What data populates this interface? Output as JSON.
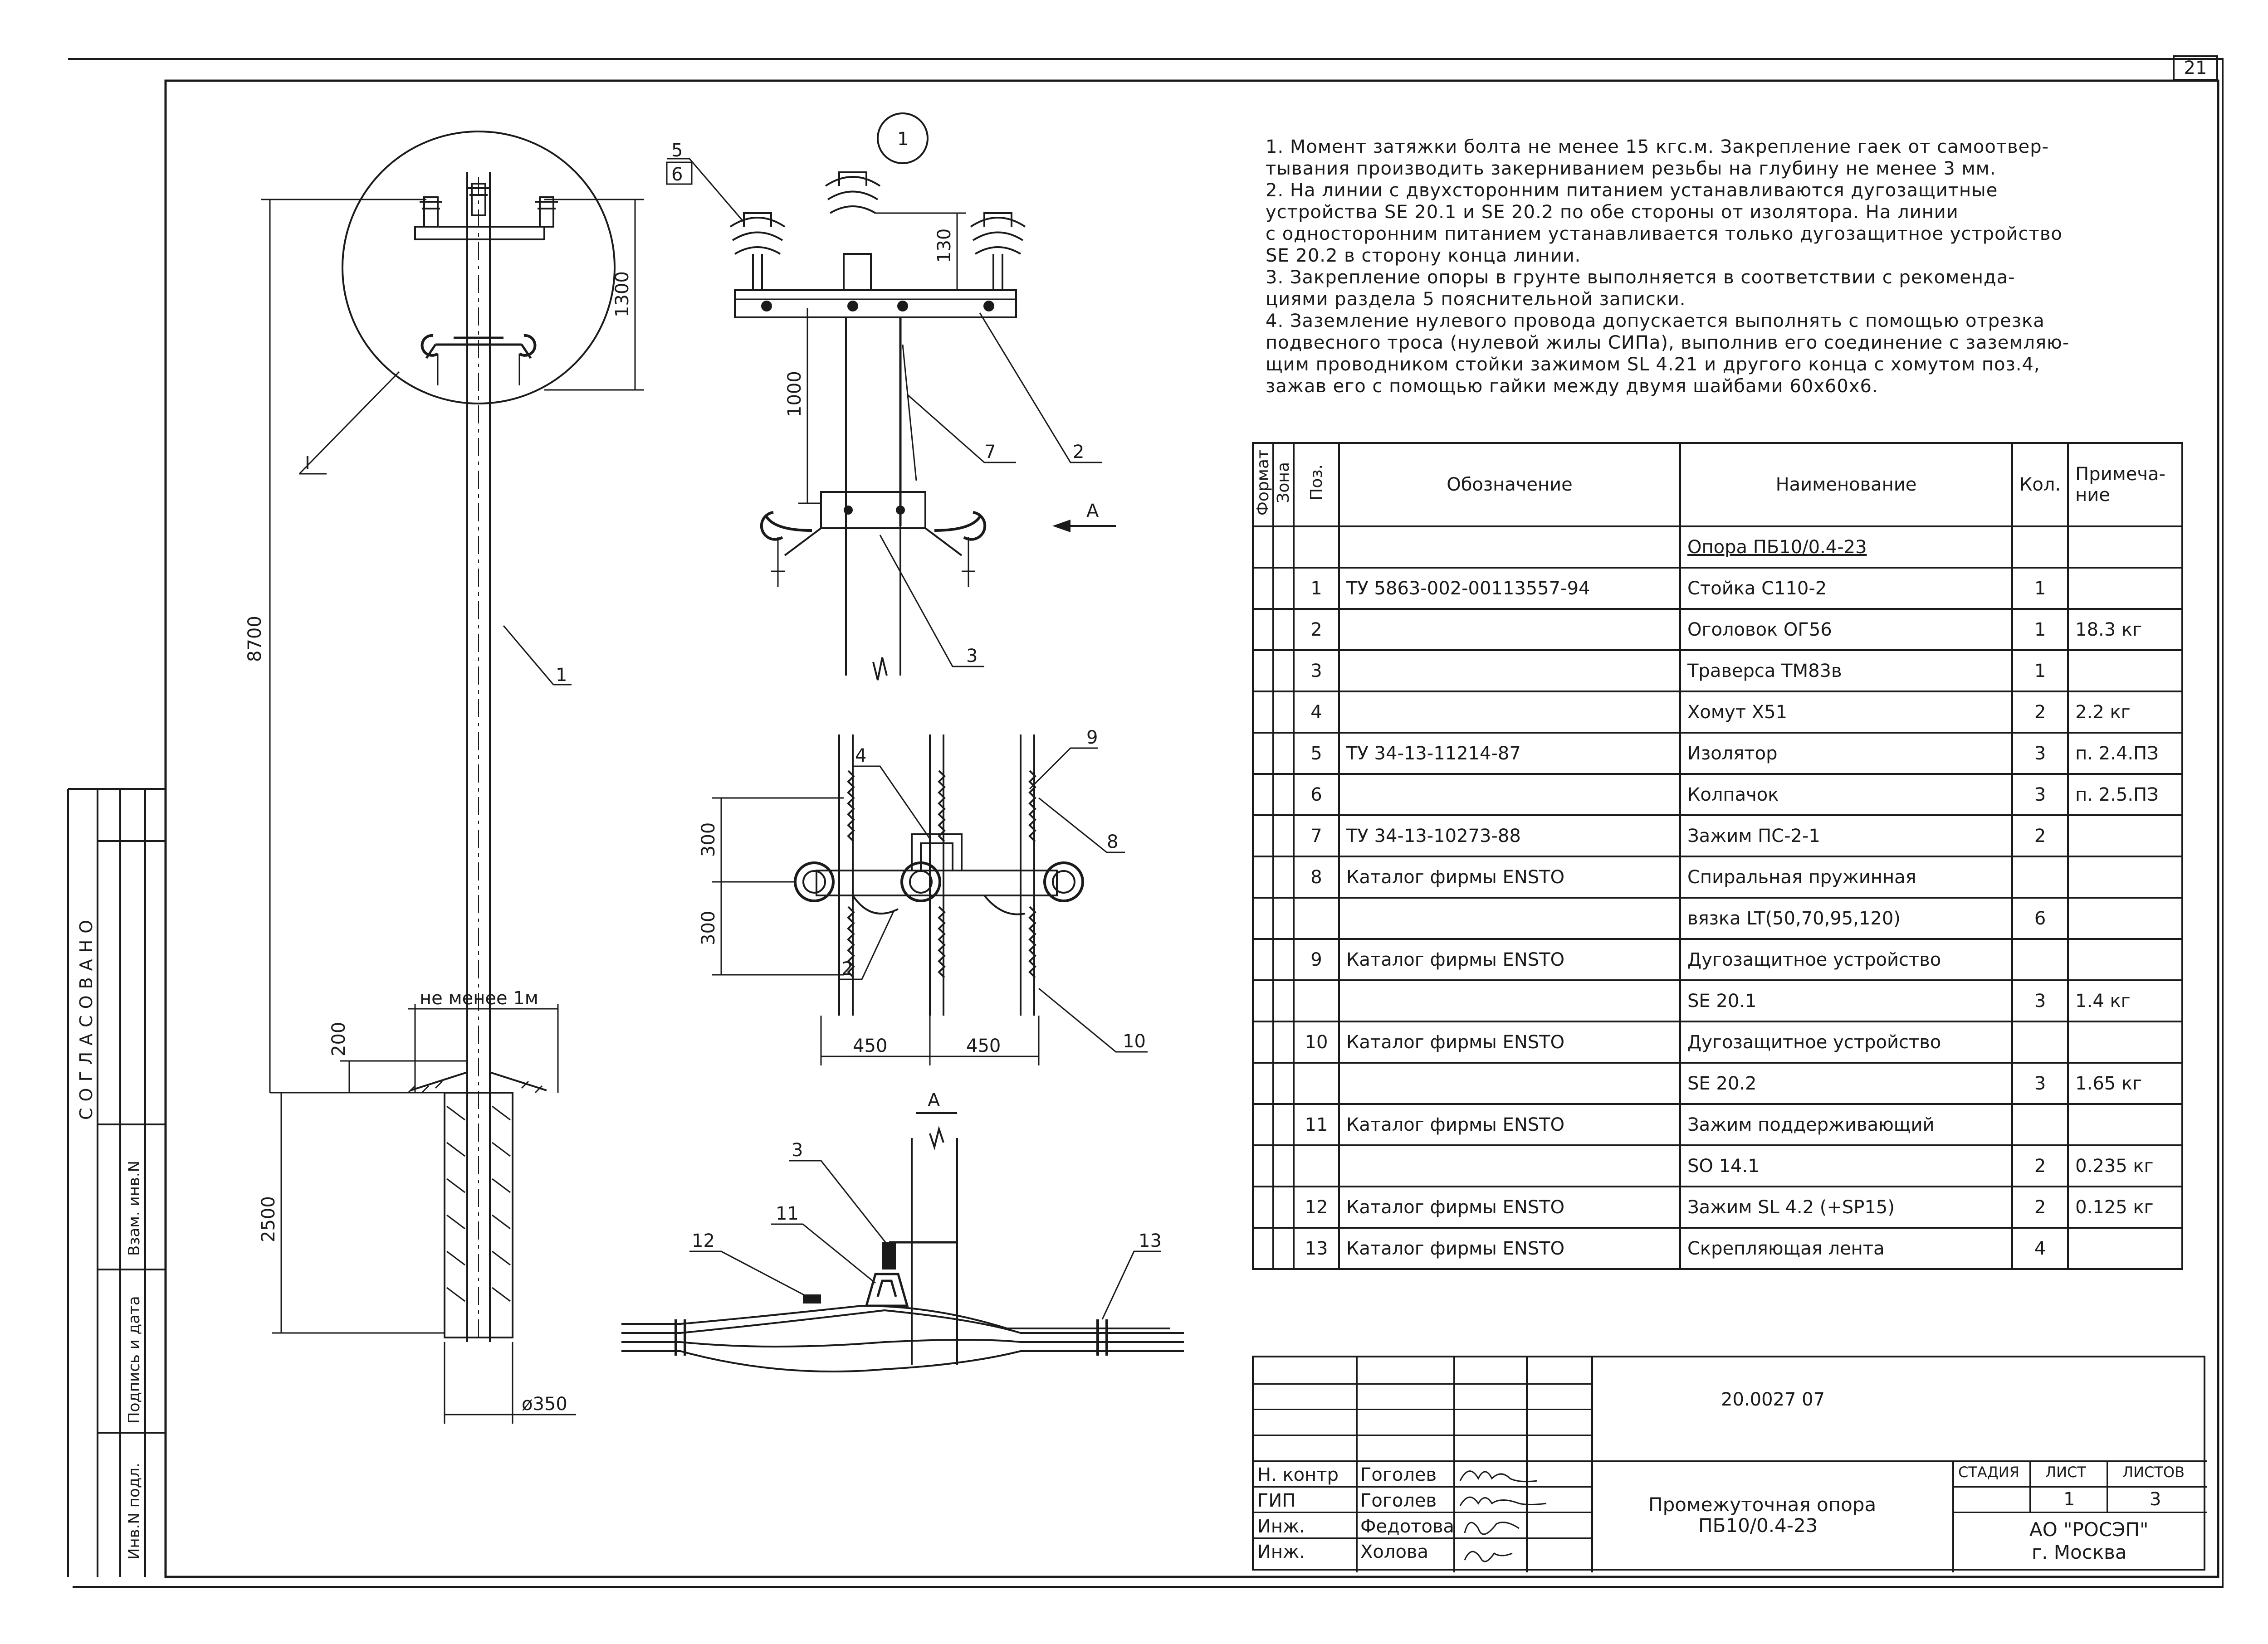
{
  "sheet_number": "21",
  "notes": [
    "1. Момент затяжки болта не менее 15 кгс.м. Закрепление гаек от самоотвер-",
    "тывания производить закерниванием резьбы на глубину не менее 3 мм.",
    "2. На линии с двухсторонним питанием устанавливаются дугозащитные",
    "устройства SE 20.1 и SE 20.2 по обе стороны от изолятора. На линии",
    "с односторонним питанием устанавливается только дугозащитное устройство",
    "SE 20.2 в сторону конца линии.",
    "3. Закрепление опоры в грунте выполняется в соответствии с рекоменда-",
    "циями раздела 5 пояснительной записки.",
    "4. Заземление нулевого провода допускается выполнять с помощью отрезка",
    "подвесного троса (нулевой жилы СИПа), выполнив его соединение с заземляю-",
    "щим проводником стойки зажимом SL 4.21 и другого конца с хомутом поз.4,",
    "зажав его с помощью гайки между двумя шайбами 60х60х6."
  ],
  "spec_table": {
    "headers": {
      "format": "Формат",
      "zone": "Зона",
      "pos": "Поз.",
      "designation": "Обозначение",
      "name": "Наименование",
      "qty": "Кол.",
      "note_line1": "Примеча-",
      "note_line2": "ние"
    },
    "rows": [
      {
        "pos": "",
        "des": "",
        "name": "Опора ПБ10/0.4-23",
        "qty": "",
        "note": ""
      },
      {
        "pos": "1",
        "des": "ТУ 5863-002-00113557-94",
        "name": "Стойка С110-2",
        "qty": "1",
        "note": ""
      },
      {
        "pos": "2",
        "des": "",
        "name": "Оголовок ОГ56",
        "qty": "1",
        "note": "18.3 кг"
      },
      {
        "pos": "3",
        "des": "",
        "name": "Траверса ТМ83в",
        "qty": "1",
        "note": ""
      },
      {
        "pos": "4",
        "des": "",
        "name": "Хомут Х51",
        "qty": "2",
        "note": "2.2 кг"
      },
      {
        "pos": "5",
        "des": "ТУ 34-13-11214-87",
        "name": "Изолятор",
        "qty": "3",
        "note": "п. 2.4.ПЗ"
      },
      {
        "pos": "6",
        "des": "",
        "name": "Колпачок",
        "qty": "3",
        "note": "п. 2.5.ПЗ"
      },
      {
        "pos": "7",
        "des": "ТУ 34-13-10273-88",
        "name": "Зажим ПС-2-1",
        "qty": "2",
        "note": ""
      },
      {
        "pos": "8",
        "des": "Каталог фирмы ENSTO",
        "name": "Спиральная пружинная",
        "qty": "",
        "note": ""
      },
      {
        "pos": "",
        "des": "",
        "name": "вязка LT(50,70,95,120)",
        "qty": "6",
        "note": ""
      },
      {
        "pos": "9",
        "des": "Каталог фирмы ENSTO",
        "name": "Дугозащитное устройство",
        "qty": "",
        "note": ""
      },
      {
        "pos": "",
        "des": "",
        "name": "SE 20.1",
        "qty": "3",
        "note": "1.4 кг"
      },
      {
        "pos": "10",
        "des": "Каталог фирмы ENSTO",
        "name": "Дугозащитное устройство",
        "qty": "",
        "note": ""
      },
      {
        "pos": "",
        "des": "",
        "name": "SE 20.2",
        "qty": "3",
        "note": "1.65 кг"
      },
      {
        "pos": "11",
        "des": "Каталог фирмы ENSTO",
        "name": "Зажим поддерживающий",
        "qty": "",
        "note": ""
      },
      {
        "pos": "",
        "des": "",
        "name": "SO 14.1",
        "qty": "2",
        "note": "0.235 кг"
      },
      {
        "pos": "12",
        "des": "Каталог фирмы ENSTO",
        "name": "Зажим SL 4.2 (+SP15)",
        "qty": "2",
        "note": "0.125 кг"
      },
      {
        "pos": "13",
        "des": "Каталог фирмы ENSTO",
        "name": "Скрепляющая лента",
        "qty": "4",
        "note": ""
      }
    ]
  },
  "title_block": {
    "doc_code": "20.0027 07",
    "title_line1": "Промежуточная опора",
    "title_line2": "ПБ10/0.4-23",
    "stage_label": "СТАДИЯ",
    "sheet_label": "ЛИСТ",
    "sheets_label": "ЛИСТОВ",
    "sheet_value": "1",
    "sheets_value": "3",
    "org_line1": "АО \"РОСЭП\"",
    "org_line2": "г. Москва",
    "roles": [
      {
        "role": "Н. контр",
        "name": "Гоголев"
      },
      {
        "role": "ГИП",
        "name": "Гоголев"
      },
      {
        "role": "Инж.",
        "name": "Федотова"
      },
      {
        "role": "Инж.",
        "name": "Холова"
      }
    ]
  },
  "sidebar": {
    "agreed": "СОГЛАСОВАНО",
    "fields": [
      "Взам. инв.N",
      "Подпись и дата",
      "Инв.N подл."
    ]
  },
  "drawing_labels": {
    "main_view": {
      "dims": [
        "8700",
        "1300",
        "200",
        "2500"
      ],
      "ground_note": "не менее 1м",
      "diameter": "ø350",
      "callout_I": "I",
      "callout_1": "1"
    },
    "detail_1": {
      "circle": "1",
      "dims": [
        "130",
        "1000"
      ],
      "view_arrow": "А",
      "callouts": [
        "5",
        "6",
        "7",
        "2",
        "3"
      ]
    },
    "top_view": {
      "dims": [
        "300",
        "300",
        "450",
        "450"
      ],
      "callouts": [
        "4",
        "9",
        "8",
        "2",
        "10"
      ]
    },
    "view_a": {
      "title": "А",
      "callouts": [
        "3",
        "11",
        "12",
        "13"
      ]
    }
  },
  "colors": {
    "ink": "#1a1a1a",
    "paper": "#ffffff"
  }
}
